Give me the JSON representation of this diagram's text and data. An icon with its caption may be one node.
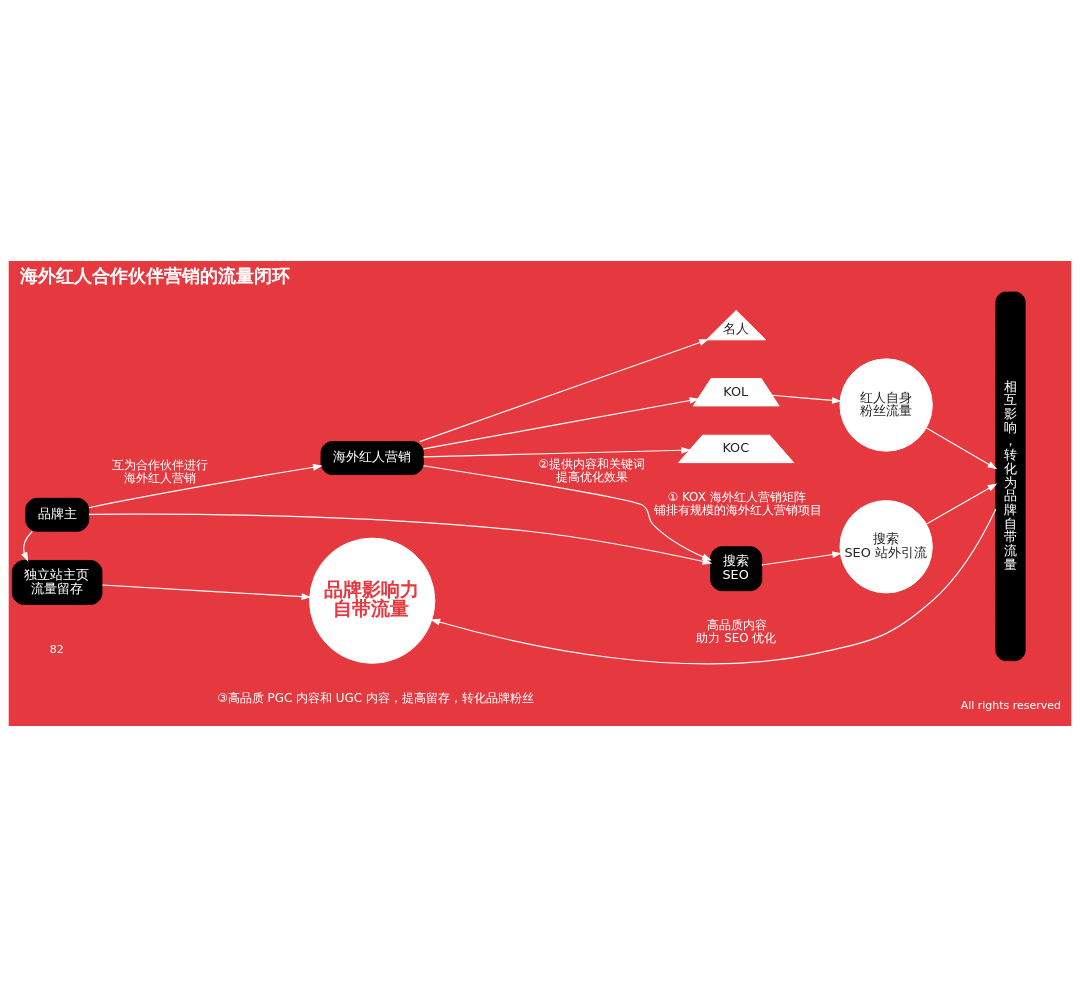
{
  "diagram": {
    "title": "海外红人合作伙伴营销的流量闭环",
    "nodes": [
      {
        "text": [
          "品牌主"
        ]
      },
      {
        "text": [
          "海外红人营销"
        ]
      },
      {
        "text": [
          "名人"
        ]
      },
      {
        "text": [
          "KOL"
        ]
      },
      {
        "text": [
          "KOC"
        ],
        "beside": [
          "① KOX 海外红人营销矩阵铺排有规模的海外红人营销项目"
        ]
      },
      {
        "text": [
          "红人自身粉丝流量"
        ]
      },
      {
        "text": [
          "相互影响，转化为品牌自带流量"
        ]
      },
      {
        "text": [
          "搜索 SEO"
        ],
        "beside": [
          "高品质内容助力 SEO 优化"
        ]
      },
      {
        "text": [
          "搜索 SEO 站外引流"
        ]
      },
      {
        "text": [
          "独立站主页流量留存"
        ]
      },
      {
        "text": [
          "品牌影响力自带流量"
        ],
        "beside": [
          "③高品质 PGC 内容和 UGC 内容，提高留存，转化品牌粉丝"
        ]
      }
    ],
    "edges": [
      {
        "from": 0,
        "to": 1,
        "arrow": "to",
        "label": "互为合作伙伴进行海外红人营销"
      },
      {
        "from": 1,
        "to": 2,
        "arrow": "to"
      },
      {
        "from": 1,
        "to": 3,
        "arrow": "to"
      },
      {
        "from": 1,
        "to": 4,
        "arrow": "to"
      },
      {
        "from": 3,
        "to": 5,
        "arrow": "to"
      },
      {
        "from": 5,
        "to": 6,
        "arrow": "to"
      },
      {
        "from": 1,
        "to": 7,
        "arrow": "to",
        "label": "②提供内容和关键词提高优化效果"
      },
      {
        "from": 0,
        "to": 7,
        "arrow": "to"
      },
      {
        "from": 7,
        "to": 8,
        "arrow": "to"
      },
      {
        "from": 8,
        "to": 6,
        "arrow": "to"
      },
      {
        "from": 0,
        "to": 9,
        "arrow": "to"
      },
      {
        "from": 9,
        "to": 10,
        "arrow": "to"
      },
      {
        "from": 6,
        "to": 10,
        "arrow": "to"
      }
    ],
    "labels": [
      "82",
      "All rights reserved"
    ]
  }
}
